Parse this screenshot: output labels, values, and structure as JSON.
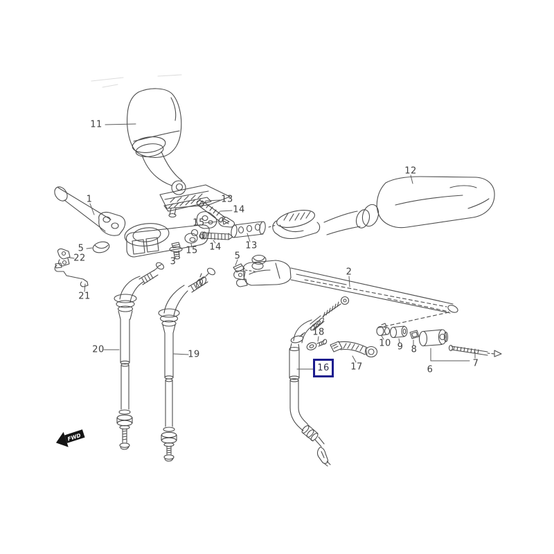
{
  "diagram": {
    "fwd_label": "FWD",
    "selected_part": "16",
    "highlight_color": "#1c1c8e",
    "line_color": "#4b4b4b",
    "label_color": "#3f3f3f",
    "arrow_color": "#141414",
    "background": "#ffffff"
  },
  "parts": {
    "p1": "1",
    "p2": "2",
    "p3": "3",
    "p5": "5",
    "p6": "6",
    "p7": "7",
    "p8": "8",
    "p9": "9",
    "p10": "10",
    "p11": "11",
    "p12": "12",
    "p13": "13",
    "p14": "14",
    "p15": "15",
    "p16": "16",
    "p17": "17",
    "p18": "18",
    "p19": "19",
    "p20": "20",
    "p21": "21",
    "p22": "22"
  }
}
